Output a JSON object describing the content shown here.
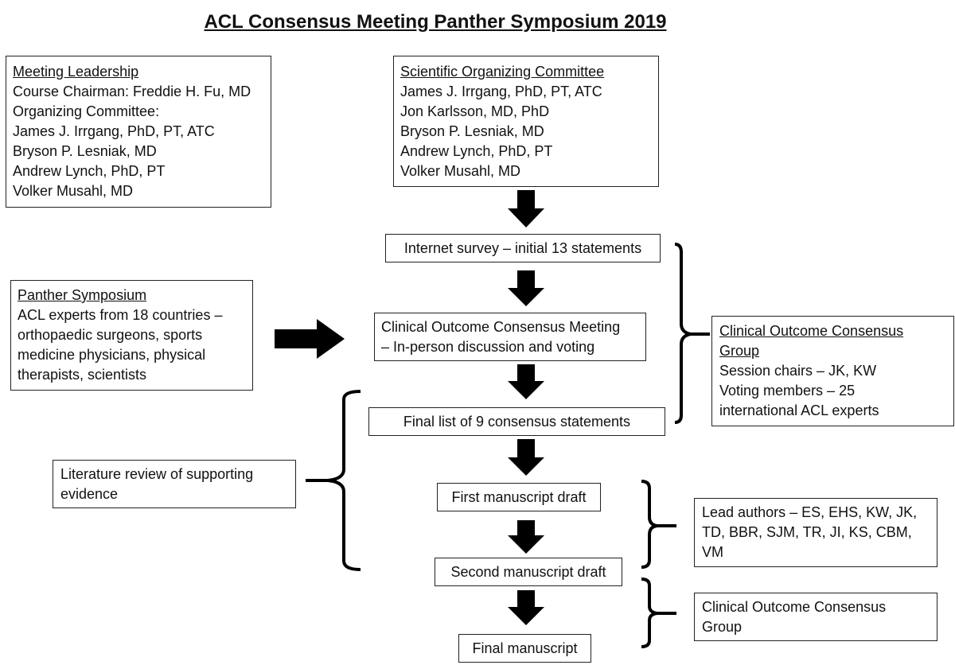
{
  "title": "ACL Consensus Meeting Panther Symposium 2019",
  "meeting_leadership": {
    "heading": "Meeting Leadership",
    "lines": [
      "Course Chairman: Freddie H. Fu, MD",
      "Organizing Committee:",
      "James J. Irrgang, PhD, PT, ATC",
      "Bryson P. Lesniak, MD",
      "Andrew Lynch, PhD, PT",
      "Volker Musahl, MD"
    ]
  },
  "scientific_committee": {
    "heading": "Scientific Organizing Committee",
    "lines": [
      "James J. Irrgang, PhD, PT, ATC",
      "Jon Karlsson, MD, PhD",
      "Bryson P. Lesniak, MD",
      "Andrew Lynch, PhD, PT",
      "Volker Musahl, MD"
    ]
  },
  "panther_symposium": {
    "heading": "Panther Symposium",
    "lines": [
      "ACL experts from 18 countries –",
      "orthopaedic surgeons, sports",
      "medicine physicians, physical",
      "therapists, scientists"
    ]
  },
  "flow": {
    "internet_survey": "Internet survey – initial 13 statements",
    "consensus_meeting": [
      "Clinical Outcome Consensus Meeting",
      "– In-person discussion and voting"
    ],
    "final_list": "Final list of 9 consensus statements",
    "first_draft": "First manuscript draft",
    "second_draft": "Second manuscript draft",
    "final_manuscript": "Final manuscript"
  },
  "consensus_group": {
    "heading_lines": [
      "Clinical Outcome Consensus",
      "Group"
    ],
    "lines": [
      "Session chairs – JK, KW",
      "Voting members – 25",
      "international ACL experts"
    ]
  },
  "literature_review": {
    "lines": [
      "Literature review of supporting",
      "evidence"
    ]
  },
  "lead_authors": {
    "lines": [
      "Lead authors – ES, EHS, KW, JK,",
      "TD, BBR, SJM, TR, JI, KS, CBM,",
      "VM"
    ]
  },
  "consensus_group_final": {
    "lines": [
      "Clinical Outcome Consensus",
      "Group"
    ]
  }
}
